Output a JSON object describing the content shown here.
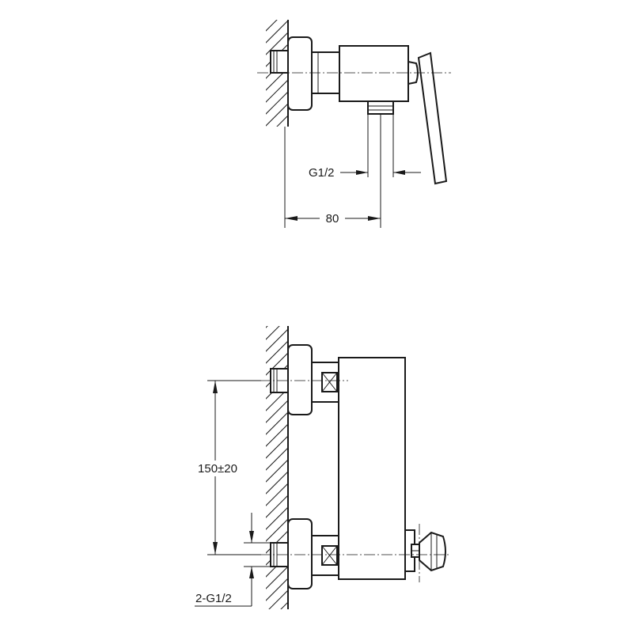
{
  "top_view": {
    "dim_thread": "G1/2",
    "dim_width": "80"
  },
  "front_view": {
    "dim_spacing": "150±20",
    "dim_inlet_thread": "2-G1/2"
  }
}
